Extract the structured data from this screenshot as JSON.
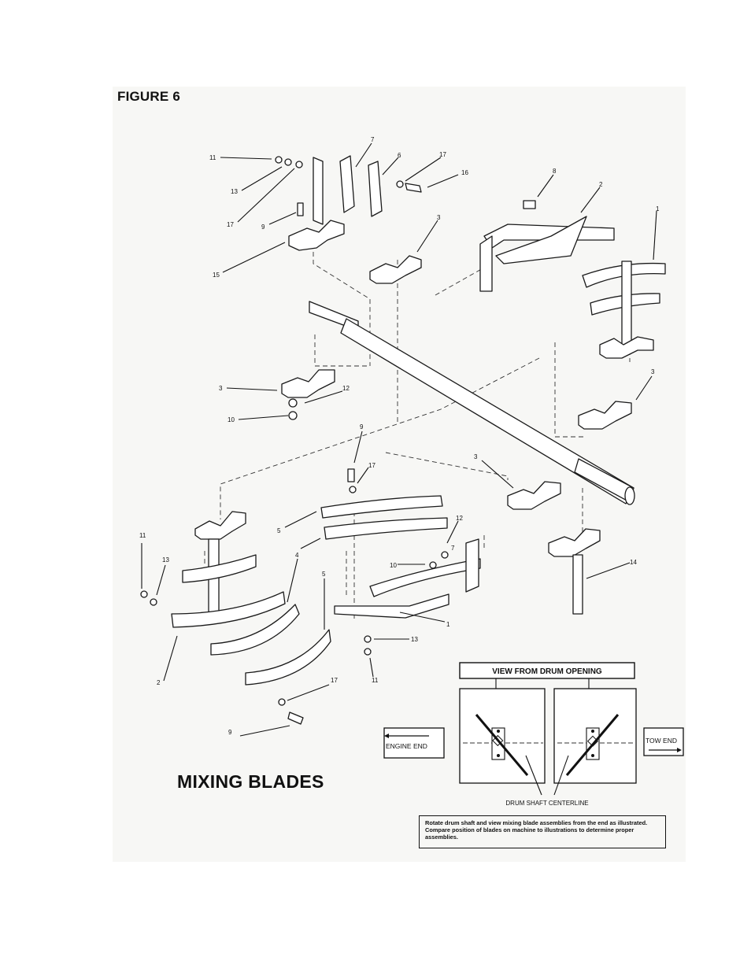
{
  "figure_label": "FIGURE 6",
  "title": "MIXING BLADES",
  "view": {
    "header": "VIEW FROM DRUM OPENING",
    "engine_end": "ENGINE END",
    "tow_end": "TOW END",
    "centerline": "DRUM SHAFT CENTERLINE"
  },
  "note": "Rotate drum shaft and view mixing blade assemblies from the end as illustrated.  Compare position of blades on machine to illustrations to determine proper assemblies.",
  "callouts": [
    "11",
    "13",
    "17",
    "9",
    "15",
    "7",
    "6",
    "17",
    "16",
    "8",
    "2",
    "3",
    "1",
    "3",
    "12",
    "10",
    "3",
    "9",
    "17",
    "3",
    "5",
    "12",
    "7",
    "10",
    "4",
    "5",
    "14",
    "1",
    "13",
    "11",
    "11",
    "13",
    "2",
    "17",
    "9"
  ]
}
